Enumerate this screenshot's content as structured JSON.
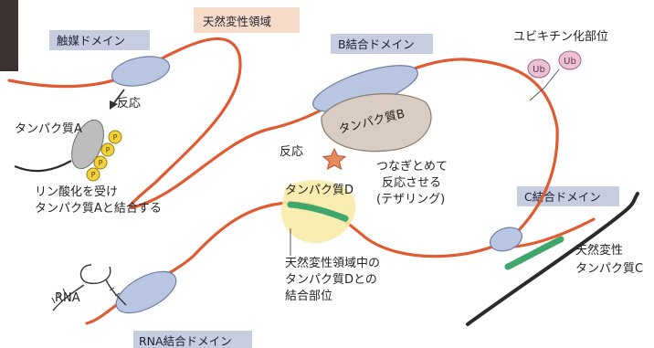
{
  "title_idr": "天然変性領域",
  "domains": {
    "catalytic": "触媒ドメイン",
    "b_binding": "B結合ドメイン",
    "c_binding": "C結合ドメイン",
    "rna_binding": "RNA結合ドメイン"
  },
  "ubiquitin": {
    "site_label": "ユビキチン化部位",
    "tag1": "Ub",
    "tag2": "Ub"
  },
  "reaction_a": "反応",
  "protein_a": "タンパク質A",
  "phospho_tag": "P",
  "phospho_note": [
    "リン酸化を受け",
    "タンパク質Aと結合する"
  ],
  "protein_b": "タンパク質B",
  "reaction_b": "反応",
  "tethering_note": [
    "つなぎとめて",
    "反応させる",
    "(テザリング)"
  ],
  "protein_d": "タンパク質D",
  "d_site_note": [
    "天然変性領域中の",
    "タンパク質Dとの",
    "結合部位"
  ],
  "protein_c": [
    "天然変性",
    "タンパク質C"
  ],
  "rna": "RNA",
  "colors": {
    "chain": "#e05a32",
    "domain_fill": "#b9c6e2",
    "label_box": "#c6cde0",
    "idr_box": "#f6dcc8",
    "binding_site": "#3fa66c",
    "phosphate": "#f2d23c",
    "ubiquitin": "#e9c2d6",
    "protein_b": "#d9ccc2",
    "protein_d": "#f7eaa8",
    "star": "#e88a5c"
  }
}
